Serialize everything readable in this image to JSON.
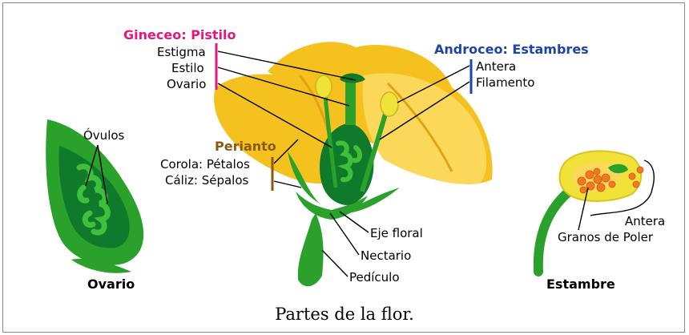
{
  "colors": {
    "gineceo": "#e6167f",
    "androceo": "#1e44a8",
    "perianto": "#8a5a12",
    "petal": "#f5c11f",
    "petal_light": "#fbd75a",
    "green": "#2aa12a",
    "green_dark": "#0f7a2c",
    "green_light": "#3fbf3a",
    "anther": "#f1e23a",
    "pollen": "#f07a22"
  },
  "gineceo": {
    "title": "Gineceo: Pistilo",
    "estigma": "Estigma",
    "estilo": "Estilo",
    "ovario": "Ovario"
  },
  "androceo": {
    "title": "Androceo: Estambres",
    "antera": "Antera",
    "filamento": "Filamento"
  },
  "perianto": {
    "title": "Perianto",
    "corola": "Corola: Pétalos",
    "caliz": "Cáliz: Sépalos"
  },
  "flower": {
    "eje_floral": "Eje floral",
    "nectario": "Nectario",
    "pediculo": "Pedículo"
  },
  "ovary_detail": {
    "ovulos": "Óvulos",
    "caption": "Ovario"
  },
  "stamen_detail": {
    "antera": "Antera",
    "granos": "Granos de Poler",
    "caption": "Estambre"
  },
  "caption": "Partes de la flor."
}
